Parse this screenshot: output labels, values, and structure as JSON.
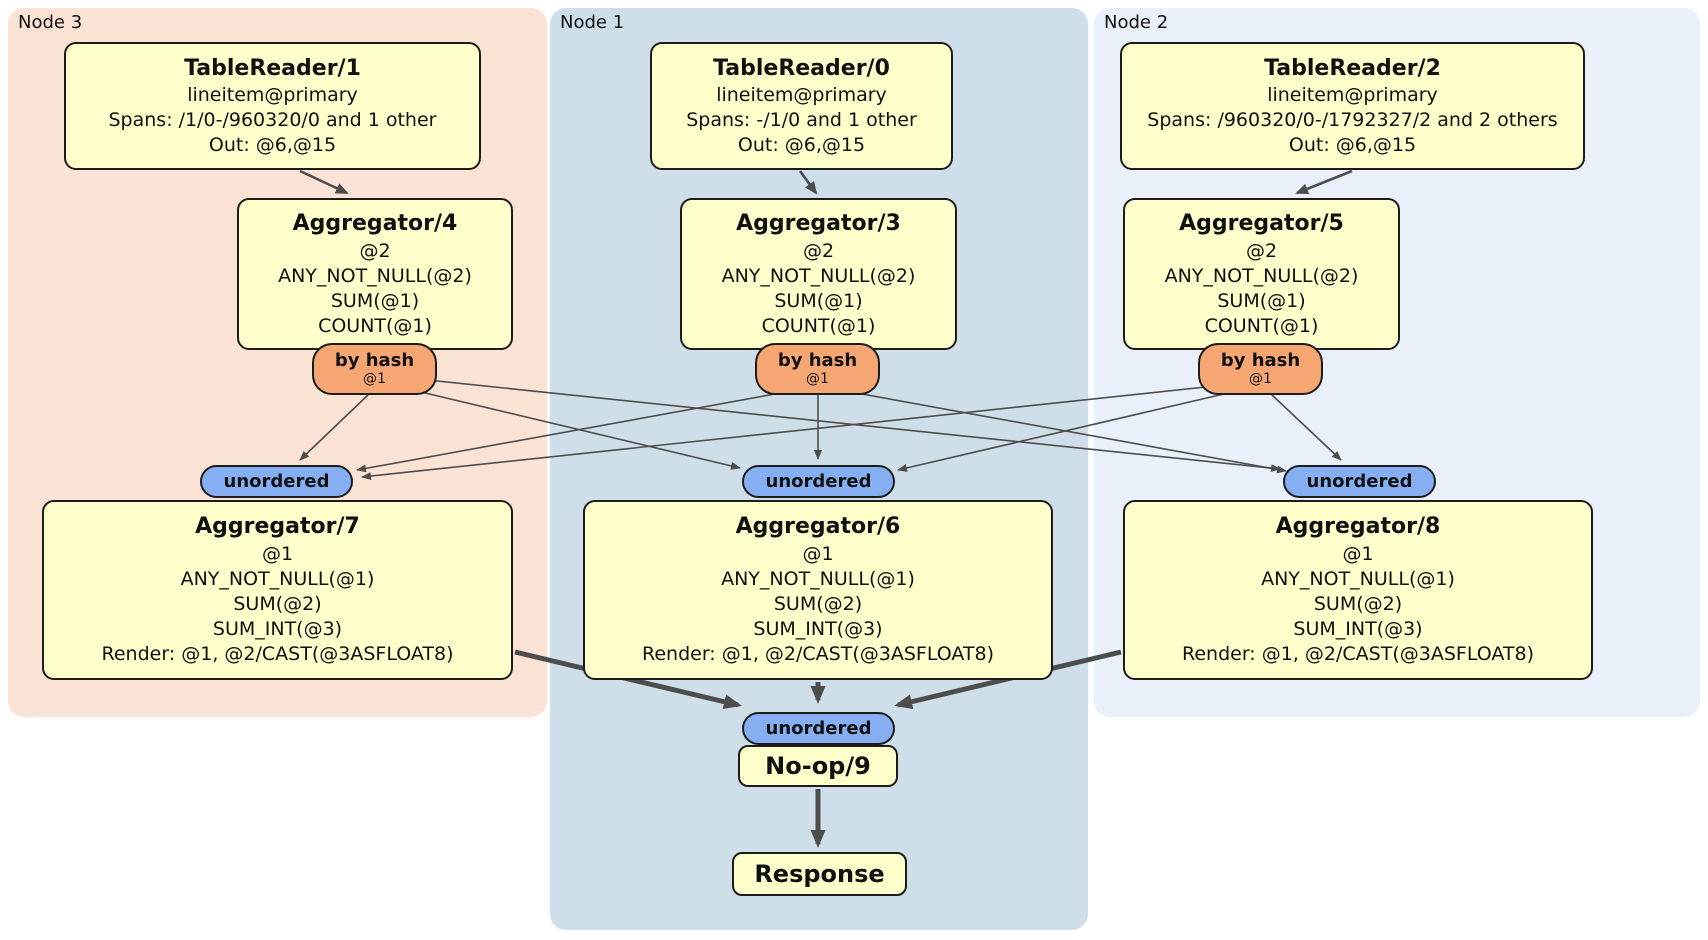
{
  "groups": {
    "node3": {
      "label": "Node 3"
    },
    "node1": {
      "label": "Node 1"
    },
    "node2": {
      "label": "Node 2"
    }
  },
  "processors": {
    "tablereader1": {
      "title": "TableReader/1",
      "lines": [
        "lineitem@primary",
        "Spans: /1/0-/960320/0 and 1 other",
        "Out: @6,@15"
      ]
    },
    "tablereader0": {
      "title": "TableReader/0",
      "lines": [
        "lineitem@primary",
        "Spans: -/1/0 and 1 other",
        "Out: @6,@15"
      ]
    },
    "tablereader2": {
      "title": "TableReader/2",
      "lines": [
        "lineitem@primary",
        "Spans: /960320/0-/1792327/2 and 2 others",
        "Out: @6,@15"
      ]
    },
    "aggregator4": {
      "title": "Aggregator/4",
      "lines": [
        "@2",
        "ANY_NOT_NULL(@2)",
        "SUM(@1)",
        "COUNT(@1)"
      ]
    },
    "aggregator3": {
      "title": "Aggregator/3",
      "lines": [
        "@2",
        "ANY_NOT_NULL(@2)",
        "SUM(@1)",
        "COUNT(@1)"
      ]
    },
    "aggregator5": {
      "title": "Aggregator/5",
      "lines": [
        "@2",
        "ANY_NOT_NULL(@2)",
        "SUM(@1)",
        "COUNT(@1)"
      ]
    },
    "aggregator7": {
      "title": "Aggregator/7",
      "lines": [
        "@1",
        "ANY_NOT_NULL(@1)",
        "SUM(@2)",
        "SUM_INT(@3)",
        "Render: @1, @2/CAST(@3ASFLOAT8)"
      ]
    },
    "aggregator6": {
      "title": "Aggregator/6",
      "lines": [
        "@1",
        "ANY_NOT_NULL(@1)",
        "SUM(@2)",
        "SUM_INT(@3)",
        "Render: @1, @2/CAST(@3ASFLOAT8)"
      ]
    },
    "aggregator8": {
      "title": "Aggregator/8",
      "lines": [
        "@1",
        "ANY_NOT_NULL(@1)",
        "SUM(@2)",
        "SUM_INT(@3)",
        "Render: @1, @2/CAST(@3ASFLOAT8)"
      ]
    },
    "noop9": {
      "title": "No-op/9"
    },
    "response": {
      "title": "Response"
    }
  },
  "router": {
    "label": "by hash",
    "detail": "@1"
  },
  "stream": {
    "unordered_label": "unordered"
  },
  "colors": {
    "region_node3_bg": "#FAE2D5",
    "region_node1_bg": "#CFDFE9",
    "region_node2_bg": "#EAF0FA",
    "processor_bg": "#FFFFCC",
    "router_bg": "#F5A673",
    "sync_bg": "#85AFF2",
    "edge": "#4D4D4D"
  }
}
